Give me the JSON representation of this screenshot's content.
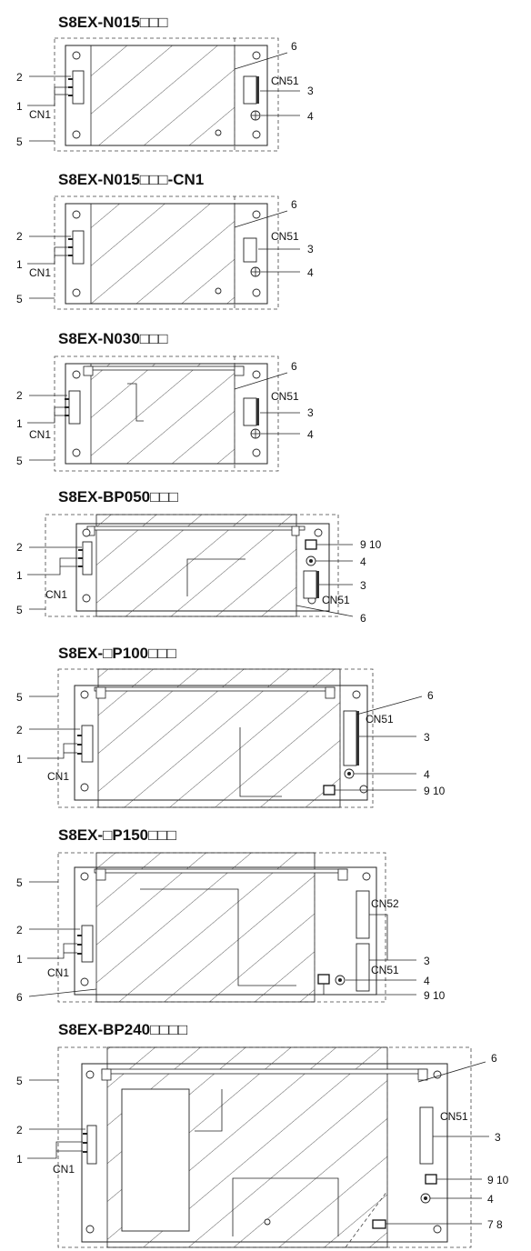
{
  "diagrams": [
    {
      "title": "S8EX-N015□□□",
      "labels": {
        "n1": "1",
        "n2": "2",
        "n3": "3",
        "n4": "4",
        "n5": "5",
        "n6": "6",
        "cn1": "CN1",
        "cn51": "CN51"
      }
    },
    {
      "title": "S8EX-N015□□□-CN1",
      "labels": {
        "n1": "1",
        "n2": "2",
        "n3": "3",
        "n4": "4",
        "n5": "5",
        "n6": "6",
        "cn1": "CN1",
        "cn51": "CN51"
      }
    },
    {
      "title": "S8EX-N030□□□",
      "labels": {
        "n1": "1",
        "n2": "2",
        "n3": "3",
        "n4": "4",
        "n5": "5",
        "n6": "6",
        "cn1": "CN1",
        "cn51": "CN51"
      }
    },
    {
      "title": "S8EX-BP050□□□",
      "labels": {
        "n1": "1",
        "n2": "2",
        "n3": "3",
        "n4": "4",
        "n5": "5",
        "n6": "6",
        "n910": "9 10",
        "cn1": "CN1",
        "cn51": "CN51"
      }
    },
    {
      "title": "S8EX-□P100□□□",
      "labels": {
        "n1": "1",
        "n2": "2",
        "n3": "3",
        "n4": "4",
        "n5": "5",
        "n6": "6",
        "n910": "9 10",
        "cn1": "CN1",
        "cn51": "CN51"
      }
    },
    {
      "title": "S8EX-□P150□□□",
      "labels": {
        "n1": "1",
        "n2": "2",
        "n3": "3",
        "n4": "4",
        "n5": "5",
        "n6": "6",
        "n910": "9 10",
        "cn1": "CN1",
        "cn51": "CN51",
        "cn52": "CN52"
      }
    },
    {
      "title": "S8EX-BP240□□□□",
      "labels": {
        "n1": "1",
        "n2": "2",
        "n3": "3",
        "n4": "4",
        "n5": "5",
        "n6": "6",
        "n910": "9 10",
        "n78": "7 8",
        "cn1": "CN1",
        "cn51": "CN51"
      }
    }
  ]
}
